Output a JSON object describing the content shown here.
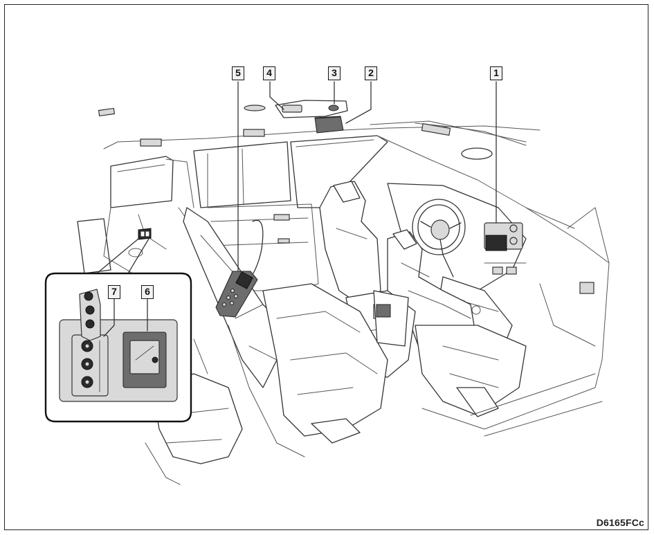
{
  "figure": {
    "code": "D6165FCc",
    "callouts": [
      {
        "id": "1",
        "label": "1"
      },
      {
        "id": "2",
        "label": "2"
      },
      {
        "id": "3",
        "label": "3"
      },
      {
        "id": "4",
        "label": "4"
      },
      {
        "id": "5",
        "label": "5"
      },
      {
        "id": "6",
        "label": "6"
      },
      {
        "id": "7",
        "label": "7"
      }
    ]
  },
  "colors": {
    "line": "#333333",
    "panel_grey": "#d9d9d9",
    "dark_fill": "#2b2b2b"
  }
}
